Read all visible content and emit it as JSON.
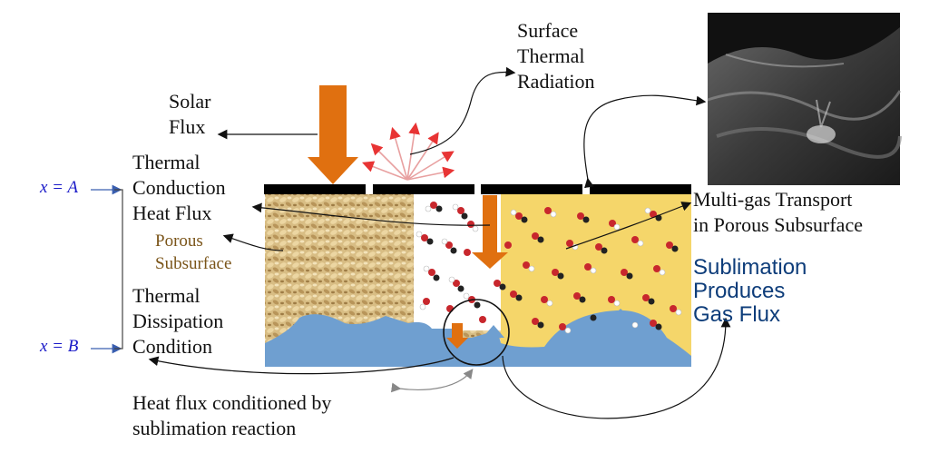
{
  "labels": {
    "solar_flux": "Solar\nFlux",
    "surface_thermal_radiation": "Surface\nThermal\nRadiation",
    "thermal_conduction": "Thermal\nConduction\nHeat Flux",
    "porous_subsurface": "Porous\nSubsurface",
    "thermal_dissipation": "Thermal\nDissipation\nCondition",
    "multigas_transport": "Multi-gas Transport\nin Porous Subsurface",
    "sublimation": "Sublimation\nProduces\nGas Flux",
    "heat_flux_conditioned": "Heat flux conditioned by\nsublimation reaction",
    "x_a": "x = A",
    "x_b": "x = B"
  },
  "colors": {
    "solar_arrow": "#e07010",
    "ice": "#6f9fd0",
    "gas_region": "#f5d66a",
    "sand": "#d8bd84",
    "radiation_arrow": "#e83434",
    "surface_bar": "#000000",
    "x_label": "#1a1ac8",
    "sublimation_text": "#0e3d7a"
  }
}
